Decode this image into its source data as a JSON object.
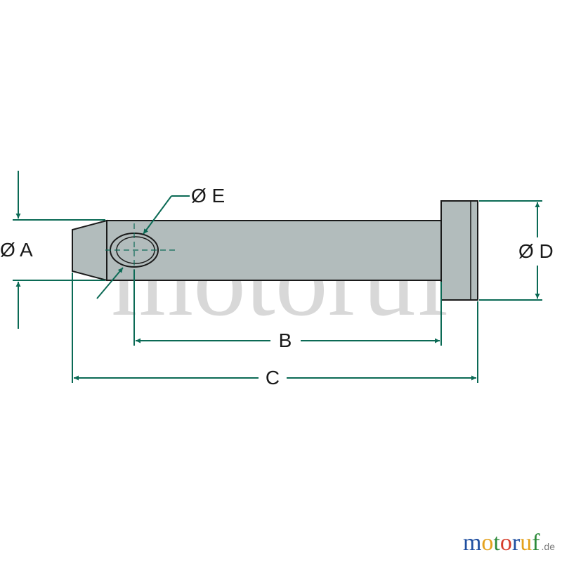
{
  "colors": {
    "pin_fill": "#b2bcbc",
    "pin_stroke": "#1a1a1a",
    "dimension": "#0b6a55",
    "watermark": "#b9b9b9"
  },
  "labels": {
    "dia_a": "Ø A",
    "dia_d": "Ø D",
    "dia_e": "Ø E",
    "length_b": "B",
    "length_c": "C"
  },
  "watermark": "motoruf",
  "logo": {
    "letters": [
      {
        "ch": "m",
        "color": "#1f4fa0"
      },
      {
        "ch": "o",
        "color": "#e4a11b"
      },
      {
        "ch": "t",
        "color": "#2d8a3a"
      },
      {
        "ch": "o",
        "color": "#d63b2a"
      },
      {
        "ch": "r",
        "color": "#1f4fa0"
      },
      {
        "ch": "u",
        "color": "#e4a11b"
      },
      {
        "ch": "f",
        "color": "#2d8a3a"
      }
    ],
    "tld": ".de"
  }
}
